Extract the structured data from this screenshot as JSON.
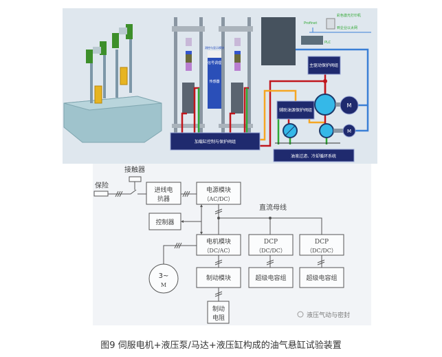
{
  "top_figure": {
    "sensor_panel": "测控与显示模块",
    "signal_label": "信号调理",
    "sensor_label": "传感器",
    "profinet_label": "Profinet",
    "printer_label": "彩色激光打印机",
    "ethernet_label": "到企业以太网",
    "plc_label": "PLC",
    "main_drive_valve": "主驱动保护阀组",
    "aux_valve": "辅助油源保护阀组",
    "loading_valve": "加载缸控制与保护阀组",
    "filter_system": "油液过滤、冷却循环系统",
    "motor_label": "M",
    "colors": {
      "pressure_line": "#c0161c",
      "return_line": "#f5a623",
      "drain_line": "#2fa832",
      "signal_line": "#3a7fd5",
      "box_fill": "#1f2a6e",
      "pump_fill": "#35b8e8"
    }
  },
  "bottom_figure": {
    "fuse": "保险",
    "contactor": "接触器",
    "reactor": [
      "进线电",
      "抗器"
    ],
    "power_module": [
      "电源模块",
      "（AC/DC）"
    ],
    "dc_bus": "直流母线",
    "controller": "控制器",
    "motor_module": [
      "电机模块",
      "（DC/AC）"
    ],
    "dcp1": [
      "DCP",
      "（DC/DC）"
    ],
    "dcp2": [
      "DCP",
      "（DC/DC）"
    ],
    "brake_module": "制动模块",
    "supercap1": "超级电容组",
    "supercap2": "超级电容组",
    "brake_resistor": [
      "制动",
      "电阻"
    ],
    "motor": [
      "3~",
      "M"
    ],
    "watermark": "液压气动与密封"
  },
  "caption": "图9  伺服电机+液压泵/马达+液压缸构成的油气悬缸试验装置"
}
